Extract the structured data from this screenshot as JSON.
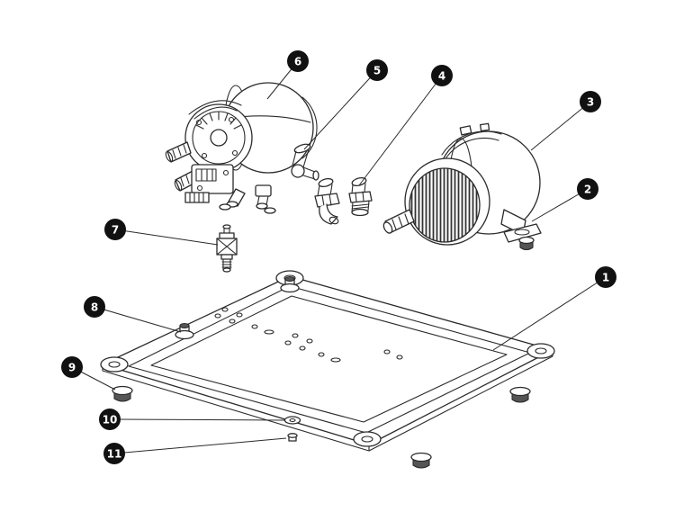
{
  "diagram": {
    "kind": "exploded-parts-diagram",
    "background_color": "#ffffff",
    "line_color": "#2b2b2b",
    "callout_style": {
      "fill": "#111111",
      "text_color": "#ffffff"
    },
    "callouts": [
      {
        "label": "1"
      },
      {
        "label": "2"
      },
      {
        "label": "3"
      },
      {
        "label": "4"
      },
      {
        "label": "5"
      },
      {
        "label": "6"
      },
      {
        "label": "7"
      },
      {
        "label": "8"
      },
      {
        "label": "9"
      },
      {
        "label": "10"
      },
      {
        "label": "11"
      }
    ]
  }
}
